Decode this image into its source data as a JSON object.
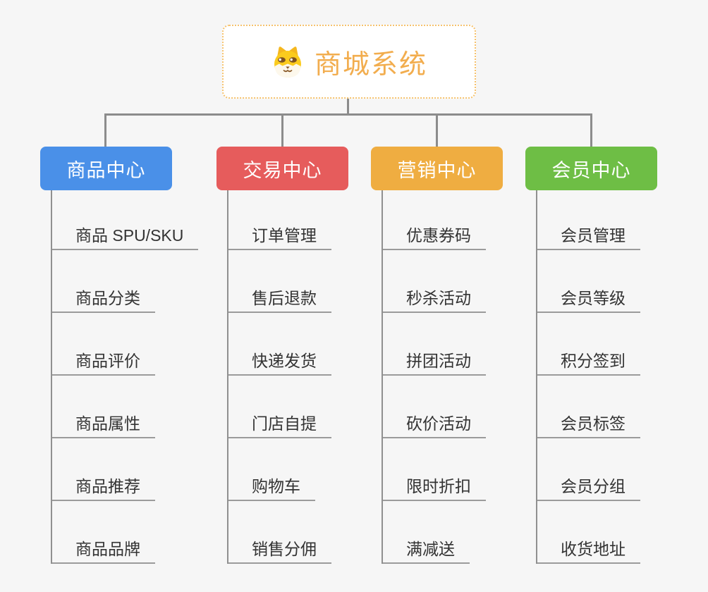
{
  "root": {
    "label": "商城系统",
    "icon": "dog-face-icon",
    "label_color": "#f2ad4e",
    "border_color": "#f6c26d"
  },
  "connector_color": "#8c8c8c",
  "branches": [
    {
      "label": "商品中心",
      "color": "#4a90e8",
      "items": [
        "商品 SPU/SKU",
        "商品分类",
        "商品评价",
        "商品属性",
        "商品推荐",
        "商品品牌"
      ]
    },
    {
      "label": "交易中心",
      "color": "#e65c5c",
      "items": [
        "订单管理",
        "售后退款",
        "快递发货",
        "门店自提",
        "购物车",
        "销售分佣"
      ]
    },
    {
      "label": "营销中心",
      "color": "#efad41",
      "items": [
        "优惠券码",
        "秒杀活动",
        "拼团活动",
        "砍价活动",
        "限时折扣",
        "满减送"
      ]
    },
    {
      "label": "会员中心",
      "color": "#6ebe45",
      "items": [
        "会员管理",
        "会员等级",
        "积分签到",
        "会员标签",
        "会员分组",
        "收货地址"
      ]
    }
  ]
}
